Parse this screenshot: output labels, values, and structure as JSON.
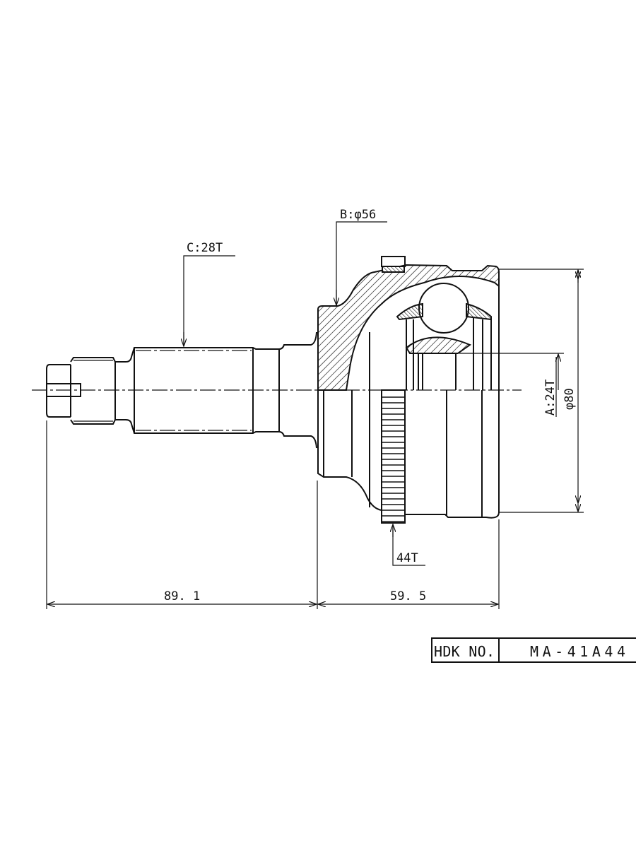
{
  "labels": {
    "spline_c": "C:28T",
    "spline_b": "B:φ56",
    "spline_a": "A:24T",
    "outer_diameter": "φ80",
    "abs_teeth": "44T",
    "length_shaft": "89. 1",
    "length_housing": "59. 5"
  },
  "title_block": {
    "label": "HDK NO.",
    "part_number": "MA-41A44"
  }
}
